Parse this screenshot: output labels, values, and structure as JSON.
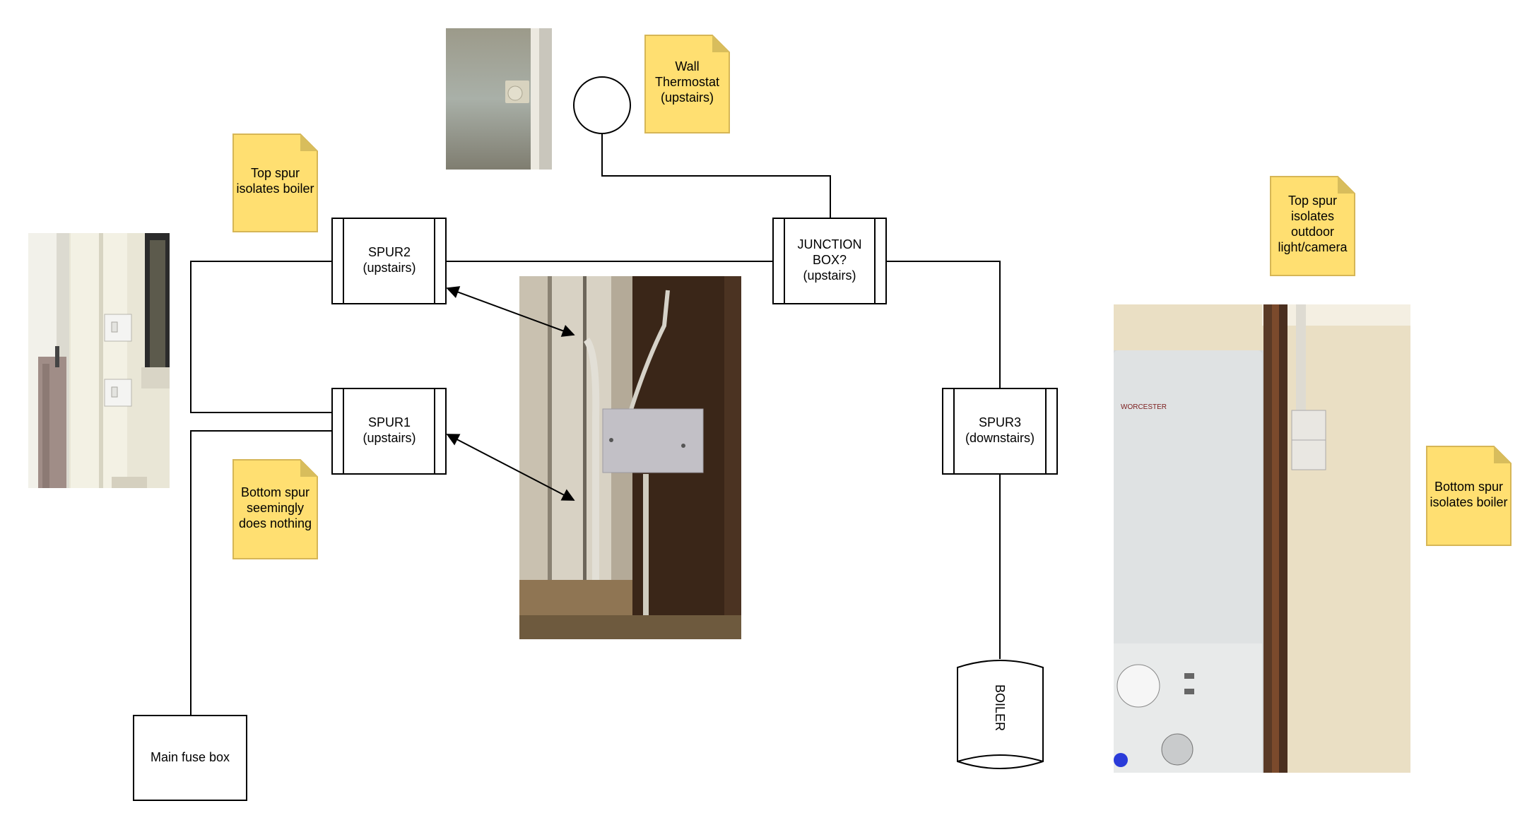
{
  "diagram": {
    "title": "Boiler spur wiring diagram",
    "nodes": {
      "spur2": {
        "line1": "SPUR2",
        "line2": "(upstairs)"
      },
      "spur1": {
        "line1": "SPUR1",
        "line2": "(upstairs)"
      },
      "junction": {
        "line1": "JUNCTION",
        "line2": "BOX?",
        "line3": "(upstairs)"
      },
      "spur3": {
        "line1": "SPUR3",
        "line2": "(downstairs)"
      },
      "fusebox": {
        "label": "Main fuse box"
      },
      "boiler": {
        "label": "BOILER"
      },
      "thermostat": {
        "label": ""
      }
    },
    "notes": {
      "thermostat": "Wall\nThermostat\n(upstairs)",
      "top_left": "Top spur\nisolates boiler",
      "bottom_left": "Bottom spur\nseemingly\ndoes nothing",
      "top_right": "Top spur\nisolates\noutdoor\nlight/camera",
      "bottom_right": "Bottom spur\nisolates boiler"
    },
    "photos": {
      "upstairs_spurs": "Photo of two upstairs spur switches on a wall",
      "thermostat": "Photo of wall thermostat",
      "junction": "Photo of exposed wiring and junction box",
      "boiler": "Photo of boiler with two spur switches"
    },
    "colors": {
      "sticky_fill": "#FFDF71",
      "sticky_border": "#D6B656",
      "sticky_fold": "#D8BD5C",
      "line": "#000000"
    }
  }
}
